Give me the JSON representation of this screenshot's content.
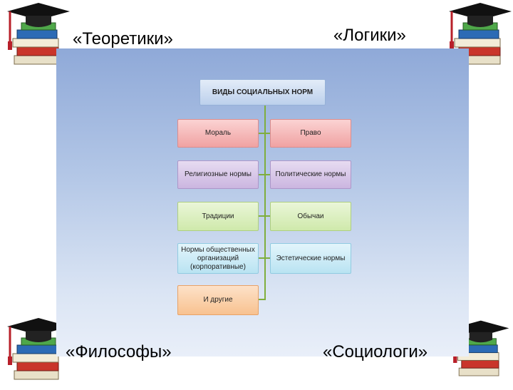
{
  "labels": {
    "top_left": "«Теоретики»",
    "top_right": "«Логики»",
    "bottom_left": "«Философы»",
    "bottom_right": "«Социологи»"
  },
  "diagram": {
    "root": "ВИДЫ СОЦИАЛЬНЫХ НОРМ",
    "left": [
      "Мораль",
      "Религиозные нормы",
      "Традиции",
      "Нормы общественных организаций (корпоративные)",
      "И другие"
    ],
    "right": [
      "Право",
      "Политические нормы",
      "Обычаи",
      "Эстетические нормы"
    ]
  },
  "colors": {
    "connector": "#7fae3d",
    "background_top": "#8fa9d8",
    "background_bottom": "#e9eff9"
  },
  "icons": [
    "graduation-cap-books-icon"
  ]
}
